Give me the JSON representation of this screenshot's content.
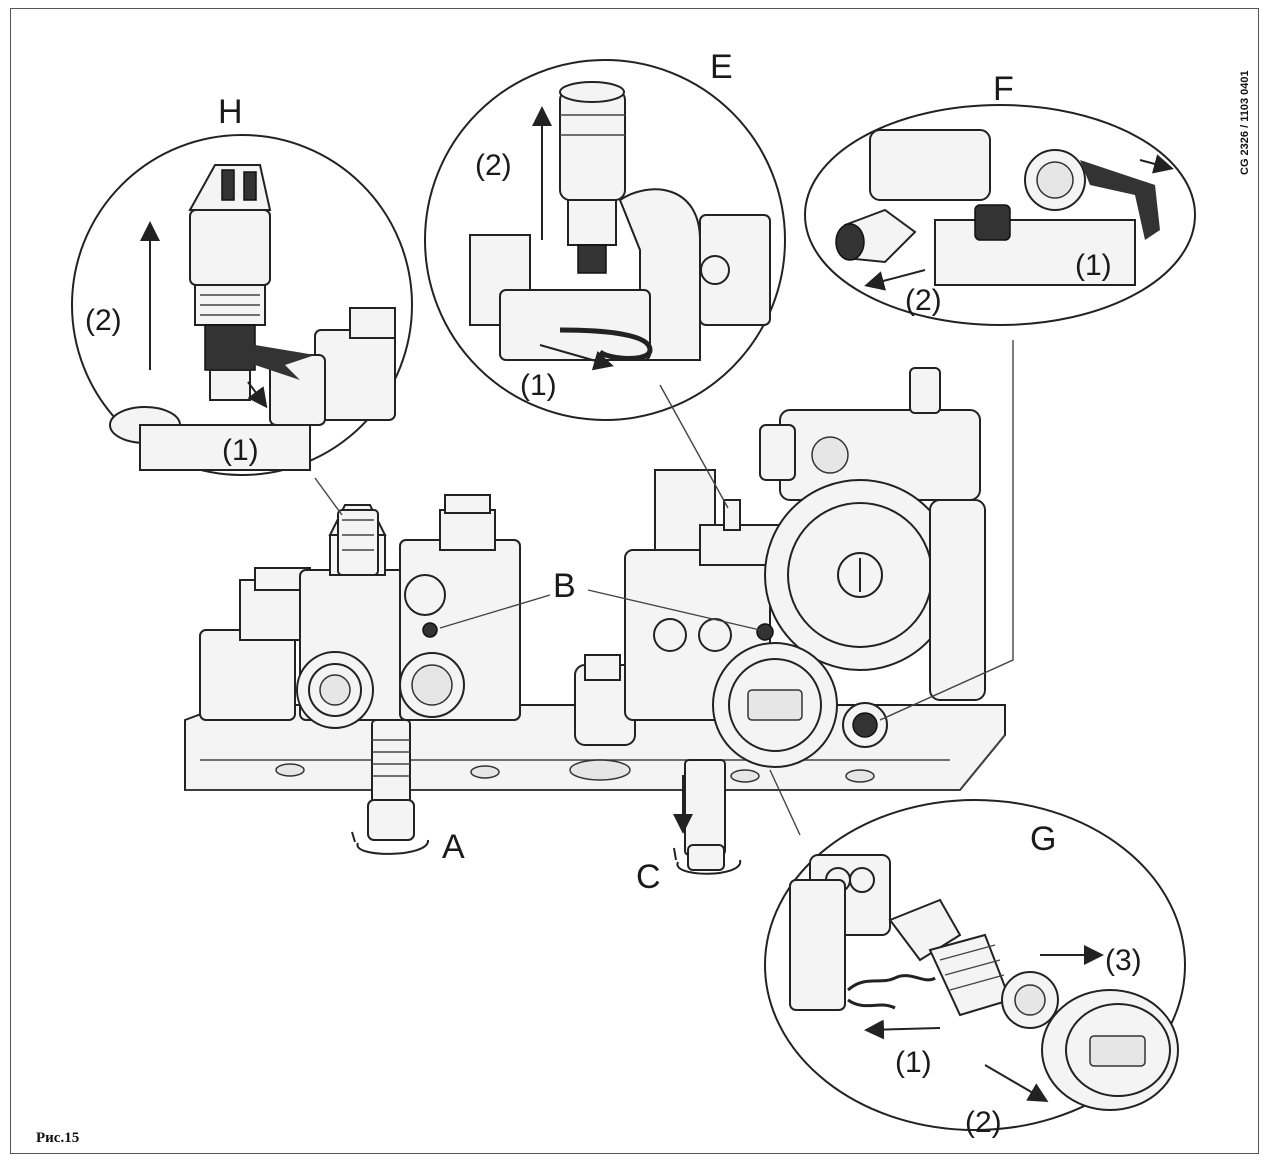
{
  "labels": {
    "a": "A",
    "b": "B",
    "c": "C",
    "e": "E",
    "f": "F",
    "g": "G",
    "h": "H"
  },
  "steps": {
    "h1": "(1)",
    "h2": "(2)",
    "e1": "(1)",
    "e2": "(2)",
    "f1": "(1)",
    "f2": "(2)",
    "g1": "(1)",
    "g2": "(2)",
    "g3": "(3)"
  },
  "figure_caption": "Рис.15",
  "document_code": "CG 2326 / 1103 0401"
}
